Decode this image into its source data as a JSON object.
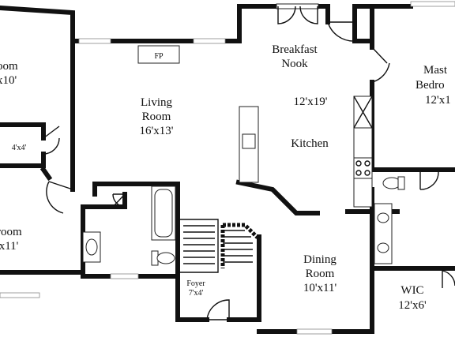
{
  "rooms": {
    "bedroom_top_left": {
      "line1": "oom",
      "line2": "x10'"
    },
    "closet_small": {
      "line1": "4'x4'"
    },
    "bedroom_bottom_left": {
      "line1": "room",
      "line2": "'x11'"
    },
    "living_room": {
      "line1": "Living",
      "line2": "Room",
      "line3": "16'x13'"
    },
    "fireplace": {
      "line1": "FP"
    },
    "breakfast_nook": {
      "line1": "Breakfast",
      "line2": "Nook"
    },
    "nook_size": {
      "line1": "12'x19'"
    },
    "kitchen": {
      "line1": "Kitchen"
    },
    "master_bedroom": {
      "line1": "Mast",
      "line2": "Bedro",
      "line3": "12'x1"
    },
    "foyer": {
      "line1": "Foyer",
      "line2": "7'x4'"
    },
    "dining_room": {
      "line1": "Dining",
      "line2": "Room",
      "line3": "10'x11'"
    },
    "wic": {
      "line1": "WIC",
      "line2": "12'x6'"
    }
  }
}
